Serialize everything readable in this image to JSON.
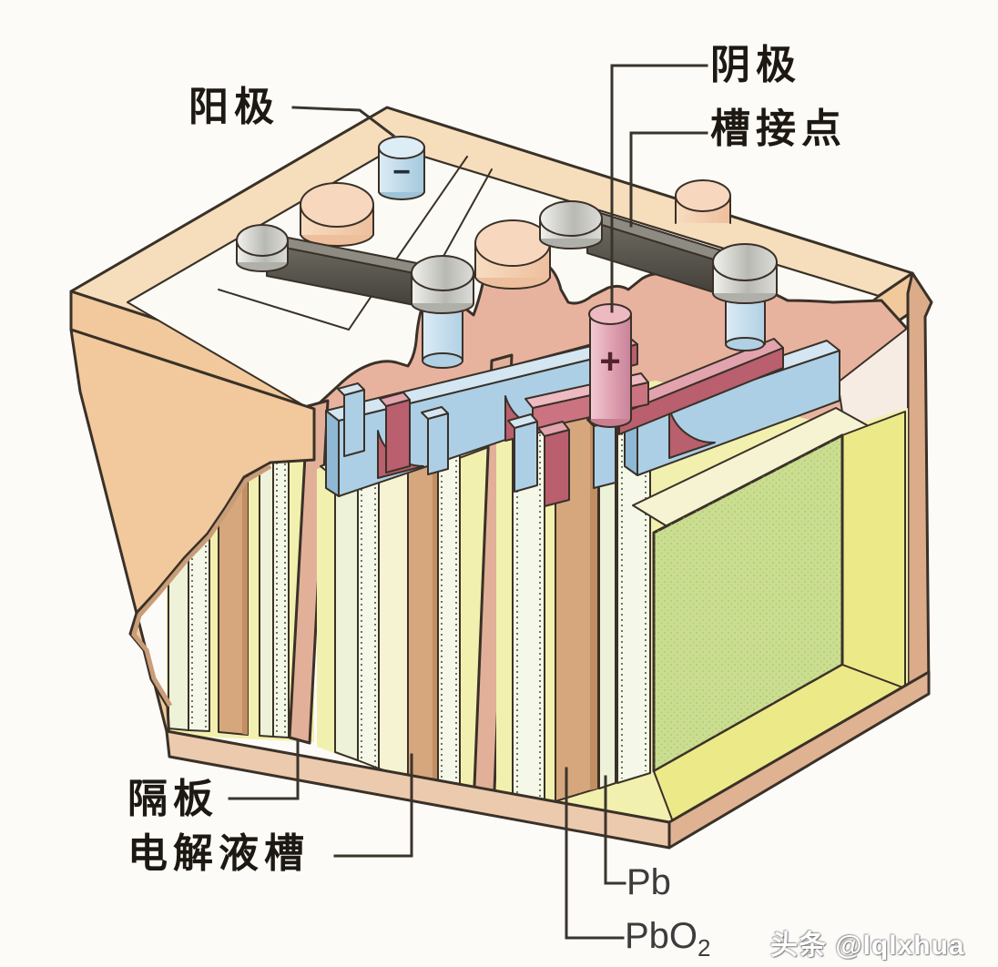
{
  "diagram": {
    "labels": {
      "anode": "阳极",
      "cathode": "阴极",
      "cell_connector": "槽接点",
      "separator": "隔板",
      "electrolyte_tank": "电解液槽",
      "pb": "Pb",
      "pbo2_base": "PbO",
      "pbo2_sub": "2"
    },
    "signs": {
      "minus": "−",
      "plus": "+"
    },
    "watermark": "头条 @lqlxhua",
    "palette": {
      "background": "#fcfbf8",
      "outline": "#3a3128",
      "case_peach": "#f1c99c",
      "case_rim_top": "#f6debc",
      "lid_white": "#fbfaf5",
      "sealing_pink": "#e8b39e",
      "divider_pink": "#e2b098",
      "right_wall_tan": "#dcac8a",
      "cell_yellow": "#f2f0ae",
      "cell_cream": "#f6f3d2",
      "plate_white": "#f5f8e9",
      "plate_tan": "#d6a77d",
      "electrolyte_green": "#cadd90",
      "electrolyte_yellow": "#ece989",
      "base_pink": "#eccaae",
      "busbar_blue": "#accfe5",
      "busbar_red": "#b95f6e",
      "strap_gray": "#55514a",
      "terminal_blue": "#c3ddec",
      "terminal_pink": "#dfa0b0",
      "silver": "#d6d6d2"
    }
  }
}
